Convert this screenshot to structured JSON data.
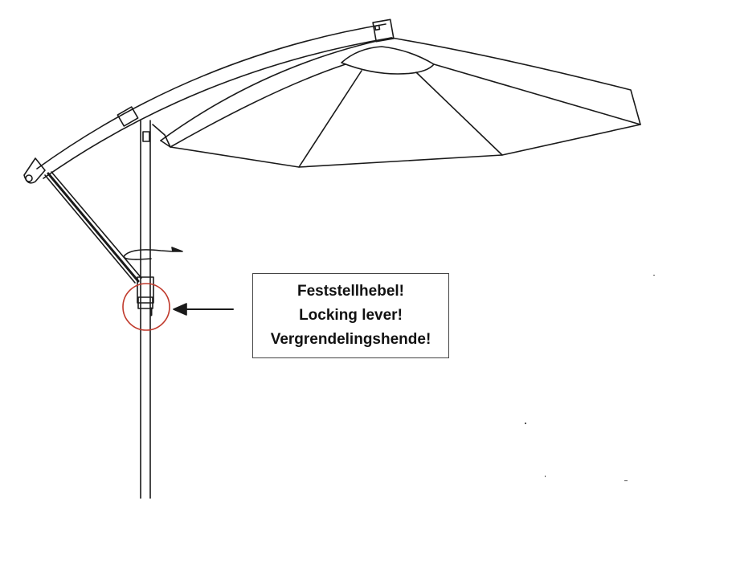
{
  "callout": {
    "lines": [
      "Feststellhebel!",
      "Locking lever!",
      "Vergrendelingshende!"
    ]
  },
  "colors": {
    "line": "#1a1a1a",
    "highlight_circle": "#c0392b",
    "background": "#ffffff"
  }
}
